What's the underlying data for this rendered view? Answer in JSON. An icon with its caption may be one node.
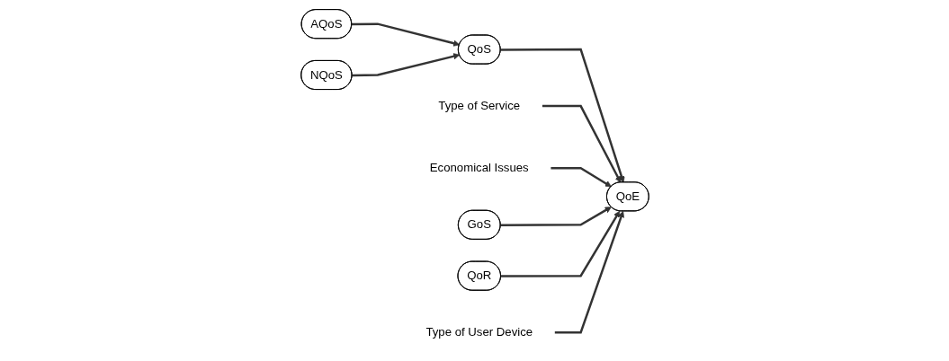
{
  "diagram": {
    "nodes": [
      {
        "text": [
          "AQoS"
        ]
      },
      {
        "text": [
          "NQoS"
        ]
      },
      {
        "text": [
          "QoS"
        ]
      },
      {
        "text": [
          "QoE"
        ]
      },
      {
        "text": [
          "GoS"
        ]
      },
      {
        "text": [
          "QoR"
        ]
      },
      {
        "text": [
          "Type of Service"
        ]
      },
      {
        "text": [
          "Economical Issues"
        ]
      },
      {
        "text": [
          "Type of User Device"
        ]
      }
    ],
    "edges": [
      {
        "from": 0,
        "to": 2,
        "arrow": "to"
      },
      {
        "from": 1,
        "to": 2,
        "arrow": "to"
      },
      {
        "from": 2,
        "to": 3,
        "arrow": "to"
      },
      {
        "from": 6,
        "to": 3,
        "arrow": "to"
      },
      {
        "from": 7,
        "to": 3,
        "arrow": "to"
      },
      {
        "from": 4,
        "to": 3,
        "arrow": "to"
      },
      {
        "from": 5,
        "to": 3,
        "arrow": "to"
      },
      {
        "from": 8,
        "to": 3,
        "arrow": "to"
      }
    ]
  }
}
